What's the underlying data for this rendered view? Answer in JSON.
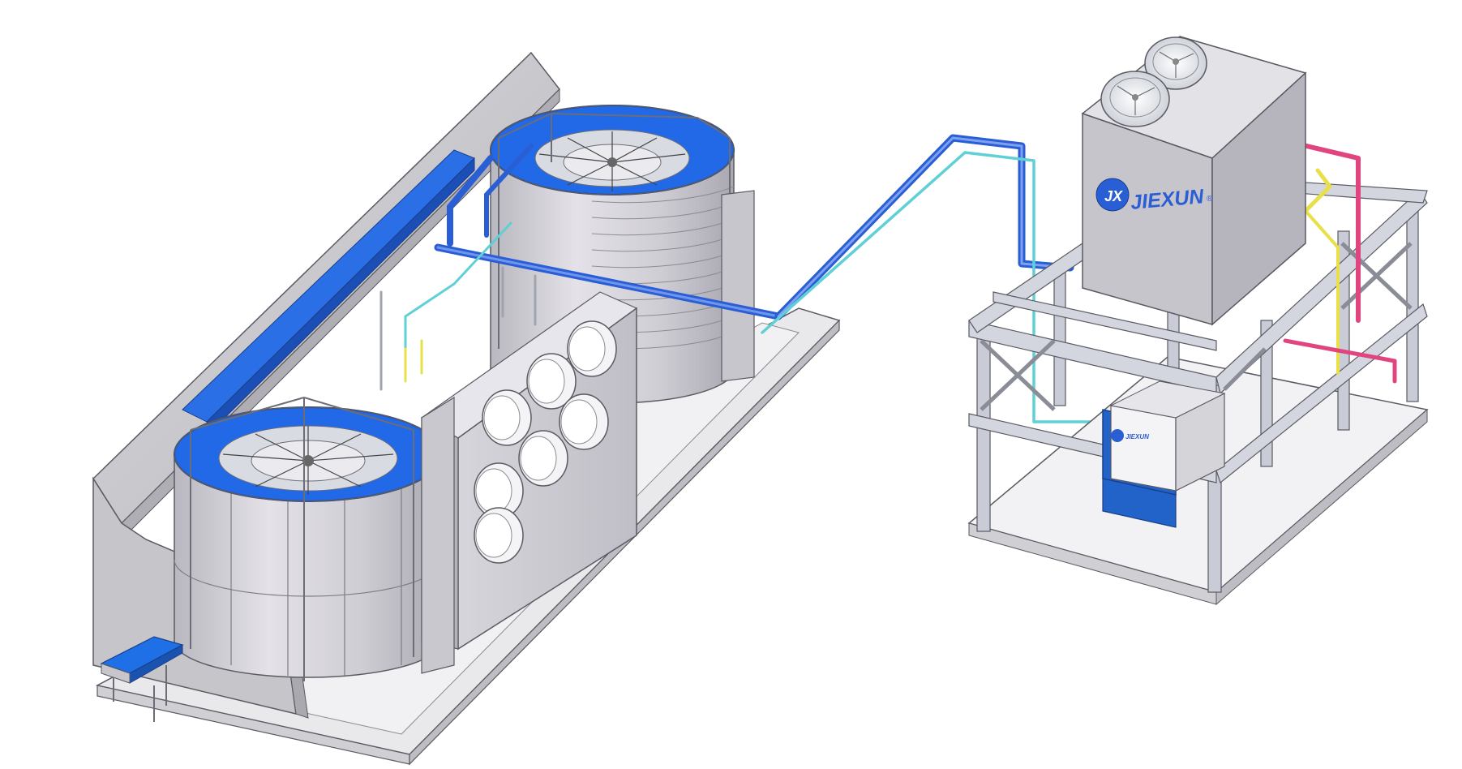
{
  "brand": {
    "name": "JIEXUN",
    "mark": "®",
    "logo_initials": "JX",
    "small_label": "JIEXUN"
  },
  "colors": {
    "belt_blue": "#1e6ee8",
    "pipe_blue": "#2f64d8",
    "pipe_cyan": "#5fd0d6",
    "pipe_magenta": "#e0457f",
    "pipe_yellow": "#e8e04a",
    "frame_gray": "#c9ccd6",
    "panel_gray": "#c7c5cc",
    "drum_gray": "#cfcdd4",
    "edge_dark": "#5a5a62"
  },
  "components": {
    "freezer": {
      "drums": 2,
      "fans": 7
    },
    "condensing_unit": {
      "fans": 2
    },
    "infeed_conveyor": {
      "present": true
    }
  }
}
